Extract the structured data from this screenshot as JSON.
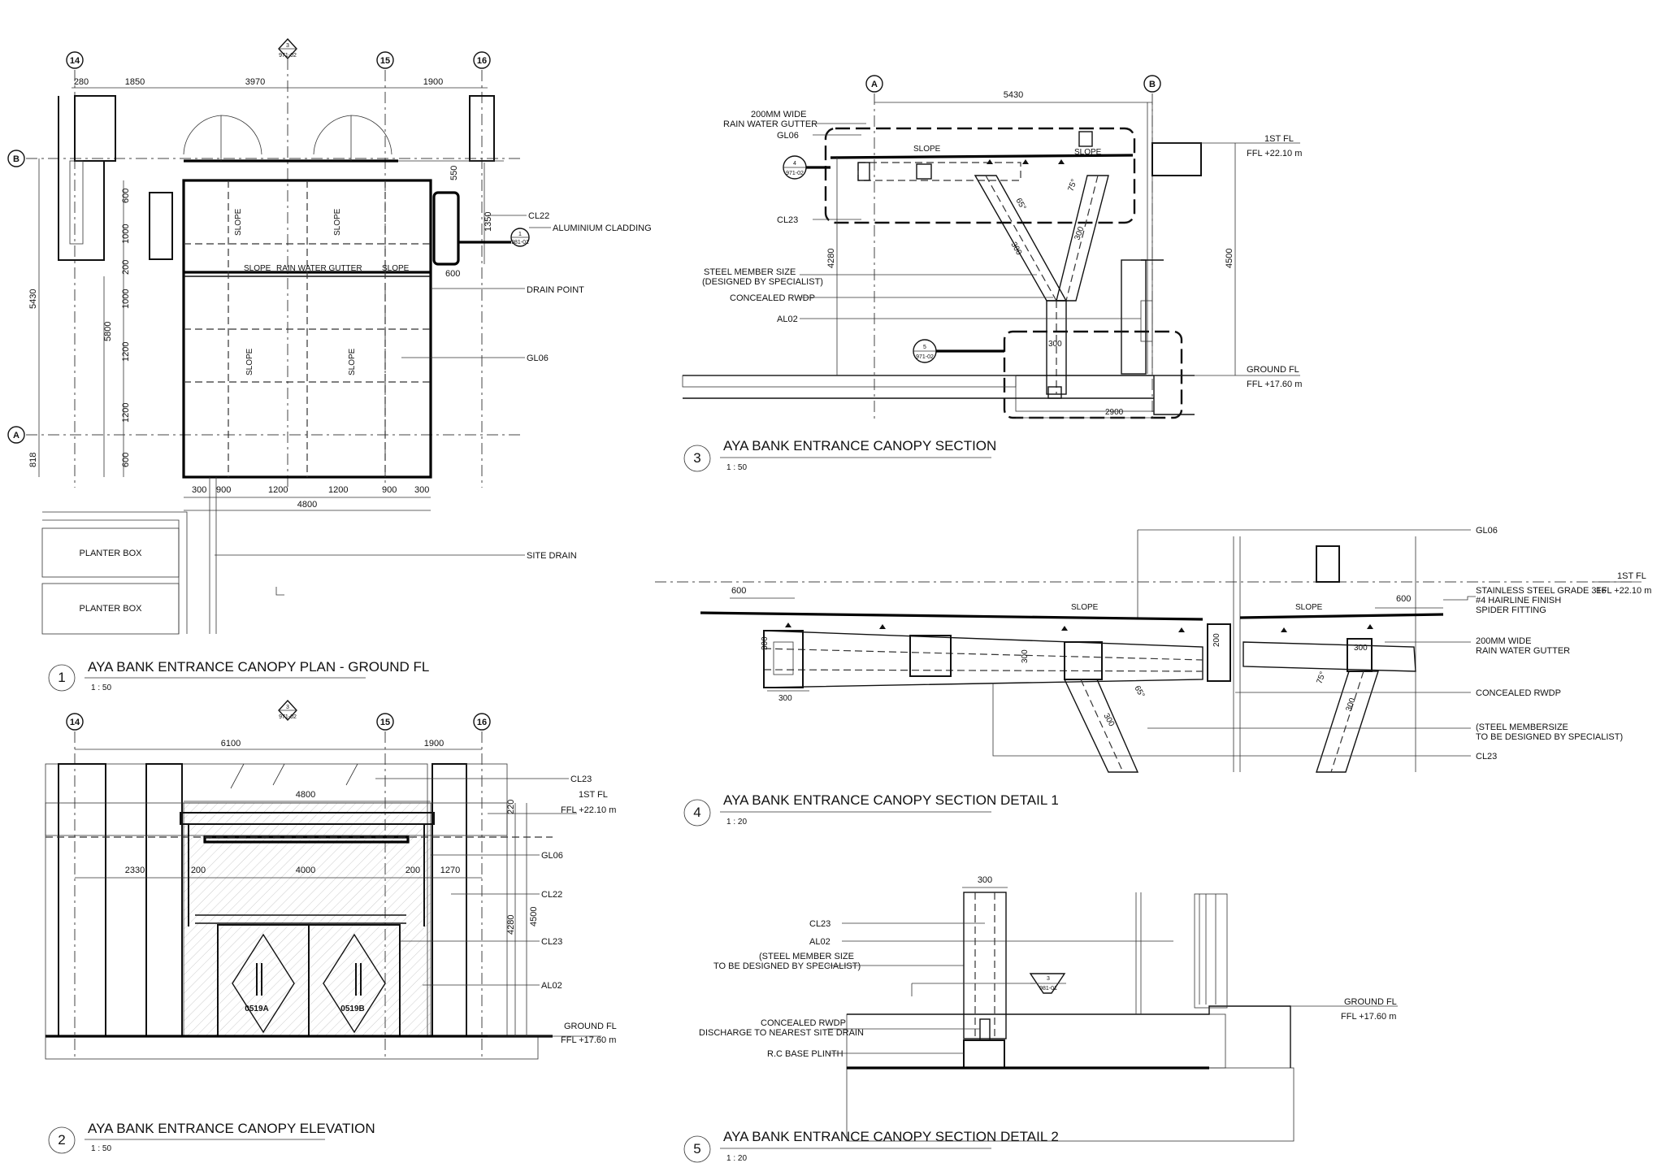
{
  "views": {
    "v1": {
      "num": "1",
      "title": "AYA BANK ENTRANCE CANOPY PLAN - GROUND FL",
      "scale": "1 : 50"
    },
    "v2": {
      "num": "2",
      "title": "AYA BANK  ENTRANCE CANOPY ELEVATION",
      "scale": "1 : 50"
    },
    "v3": {
      "num": "3",
      "title": "AYA BANK ENTRANCE CANOPY SECTION",
      "scale": "1 : 50"
    },
    "v4": {
      "num": "4",
      "title": "AYA BANK ENTRANCE CANOPY SECTION DETAIL 1",
      "scale": "1 : 20"
    },
    "v5": {
      "num": "5",
      "title": "AYA BANK ENTRANCE CANOPY SECTION DETAIL 2",
      "scale": "1 : 20"
    }
  },
  "grid": {
    "g14": "14",
    "g15": "15",
    "g16": "16",
    "gA": "A",
    "gB": "B"
  },
  "refs": {
    "sec3_num": "3",
    "sec3_sheet": "971-02",
    "sec1_num": "1",
    "sec1_sheet": "981-01",
    "sec4_num": "4",
    "sec4_sheet": "971-02",
    "sec5_num": "5",
    "sec5_sheet": "971-02",
    "det3_num": "3",
    "det3_sheet": "981-01"
  },
  "plan": {
    "dims_top": [
      "280",
      "1850",
      "3970",
      "1900"
    ],
    "dims_left": [
      "5430",
      "818"
    ],
    "dims_inner": [
      "600",
      "1000",
      "200",
      "1000",
      "1200",
      "1200",
      "600"
    ],
    "dim_5800": "5800",
    "dims_bottom": [
      "300",
      "900",
      "1200",
      "1200",
      "900",
      "300"
    ],
    "dim_total": "4800",
    "dims_right": [
      "550",
      "1350",
      "600"
    ],
    "slope": "SLOPE",
    "gutter": "RAIN WATER GUTTER",
    "labels": {
      "cl22": "CL22",
      "alum": "ALUMINIUM CLADDING",
      "drain": "DRAIN POINT",
      "gl06": "GL06",
      "site": "SITE DRAIN"
    },
    "planter": "PLANTER BOX"
  },
  "elev": {
    "dims_top": [
      "6100",
      "1900"
    ],
    "dim_4800": "4800",
    "dims_mid": [
      "2330",
      "200",
      "4000",
      "200",
      "1270"
    ],
    "dim_220": "220",
    "dim_4280": "4280",
    "dim_4500": "4500",
    "labels": {
      "cl23": "CL23",
      "fl1": "1ST FL",
      "ffl1": "FFL +22.10 m",
      "gl06": "GL06",
      "cl22": "CL22",
      "cl23b": "CL23",
      "al02": "AL02",
      "gfl": "GROUND FL",
      "ffl0": "FFL +17.60 m"
    },
    "door_a": "0519A",
    "door_b": "0519B"
  },
  "sec": {
    "dim_top": "5430",
    "labels": {
      "gutter1": "200MM WIDE",
      "gutter2": "RAIN WATER GUTTER",
      "gl06": "GL06",
      "cl23": "CL23",
      "steel1": "STEEL MEMBER SIZE",
      "steel2": "(DESIGNED BY SPECIALIST)",
      "rwdp": "CONCEALED RWDP",
      "al02": "AL02"
    },
    "slope": "SLOPE",
    "angle1": "65°",
    "angle2": "75°",
    "dim_300": "300",
    "dim_4280": "4280",
    "dim_4500": "4500",
    "dim_2900": "2900",
    "fl1": "1ST FL",
    "ffl1": "FFL +22.10 m",
    "gfl": "GROUND FL",
    "ffl0": "FFL +17.60 m"
  },
  "det1": {
    "labels": {
      "gl06": "GL06",
      "ss1": "STAINLESS STEEL GRADE 316",
      "ss2": "#4 HAIRLINE FINISH",
      "ss3": "SPIDER FITTING",
      "gutter1": "200MM WIDE",
      "gutter2": "RAIN WATER GUTTER",
      "rwdp": "CONCEALED RWDP",
      "steel1": "(STEEL MEMBERSIZE",
      "steel2": "TO BE DESIGNED BY SPECIALIST)",
      "cl23": "CL23"
    },
    "fl1": "1ST FL",
    "ffl1": "FFL +22.10 m",
    "slope": "SLOPE",
    "dim_600": "600",
    "dim_300": "300",
    "dim_200": "200",
    "angle1": "65°",
    "angle2": "75°"
  },
  "det2": {
    "labels": {
      "cl23": "CL23",
      "al02": "AL02",
      "steel1": "(STEEL MEMBER SIZE",
      "steel2": "TO BE DESIGNED BY SPECIALIST)",
      "rwdp1": "CONCEALED RWDP",
      "rwdp2": "DISCHARGE TO NEAREST SITE DRAIN",
      "plinth": "R.C BASE PLINTH"
    },
    "dim_300": "300",
    "gfl": "GROUND FL",
    "ffl0": "FFL +17.60 m"
  }
}
